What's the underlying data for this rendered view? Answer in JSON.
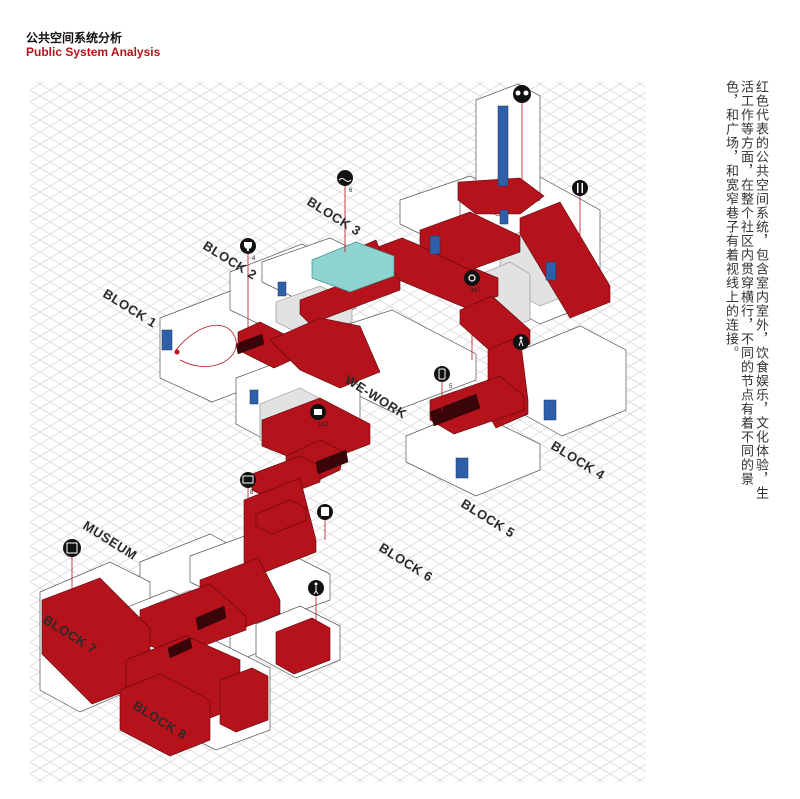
{
  "header": {
    "title_cn": "公共空间系统分析",
    "title_en": "Public System Analysis"
  },
  "description": "红色代表的公共空间系统，包含室内室外，饮食娱乐，文化体验，生活工作等方面，在整个社区内贯穿横行，不同的节点有着不同的景色，和广场，和宽窄巷子有着视线上的连接。",
  "blocks": {
    "block1": "BLOCK 1",
    "block2": "BLOCK 2",
    "block3": "BLOCK 3",
    "block4": "BLOCK 4",
    "block5": "BLOCK 5",
    "block6": "BLOCK 6",
    "block7": "BLOCK 7",
    "block8": "BLOCK 8",
    "museum": "MUSEUM",
    "wework": "WE-WORK"
  },
  "icon_labels": {
    "n6": "6",
    "n4": "4",
    "n367": "3&7",
    "n5": "5",
    "n162": "1&2",
    "n8": "8"
  },
  "colors": {
    "public_red": "#b5121b",
    "dark_red": "#6e0a0f",
    "teal": "#8fd3d0",
    "blue": "#2f5fa8",
    "grid": "#c9c9c9"
  }
}
